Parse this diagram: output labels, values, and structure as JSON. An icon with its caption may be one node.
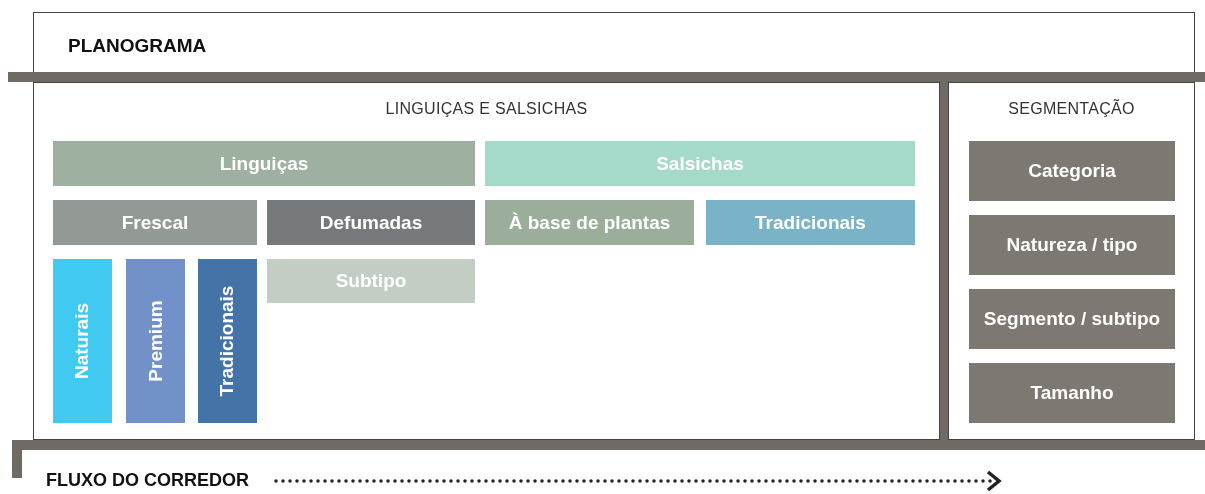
{
  "diagram": {
    "nodes": [
      {
        "text": [
          "PLANOGRAMA"
        ]
      },
      {
        "text": [
          "LINGUIÇAS E SALSICHAS"
        ]
      },
      {
        "text": [
          "Linguiças"
        ],
        "in": 1
      },
      {
        "text": [
          "Salsichas"
        ],
        "in": 1
      },
      {
        "text": [
          "Frescal"
        ],
        "in": 1
      },
      {
        "text": [
          "Defumadas"
        ],
        "in": 1
      },
      {
        "text": [
          "À base de plantas"
        ],
        "in": 1
      },
      {
        "text": [
          "Tradicionais"
        ],
        "in": 1
      },
      {
        "text": [
          "Naturais"
        ],
        "in": 1
      },
      {
        "text": [
          "Premium"
        ],
        "in": 1
      },
      {
        "text": [
          "Tradicionais"
        ],
        "in": 1
      },
      {
        "text": [
          "Subtipo"
        ],
        "in": 1
      },
      {
        "text": [
          "SEGMENTAÇÃO"
        ]
      },
      {
        "text": [
          "Categoria"
        ],
        "in": 12
      },
      {
        "text": [
          "Natureza / tipo"
        ],
        "in": 12
      },
      {
        "text": [
          "Segmento / subtipo"
        ],
        "in": 12
      },
      {
        "text": [
          "Tamanho"
        ],
        "in": 12
      }
    ],
    "edges": [],
    "labels": [
      "FLUXO DO CORREDOR"
    ]
  }
}
